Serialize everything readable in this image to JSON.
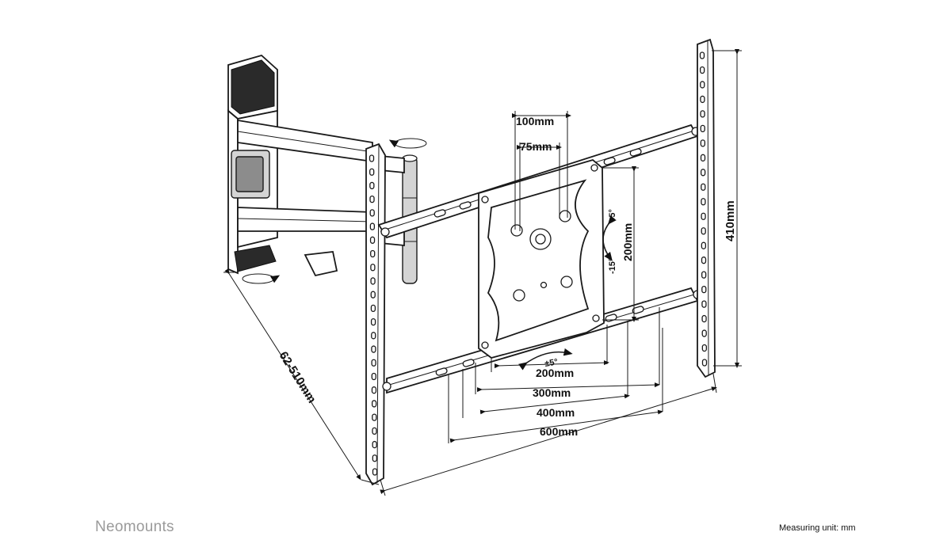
{
  "brand": "Neomounts",
  "measuring_unit": "Measuring unit: mm",
  "dimensions": {
    "vesa_100": "100mm",
    "vesa_75": "75mm",
    "vesa_200_h": "200mm",
    "vesa_300": "300mm",
    "vesa_400": "400mm",
    "vesa_600": "600mm",
    "vesa_200_v": "200mm",
    "height_410": "410mm",
    "depth_range": "62-510mm"
  },
  "tilt": {
    "up": "+5°",
    "down": "-15°"
  },
  "rotation": "±5°"
}
